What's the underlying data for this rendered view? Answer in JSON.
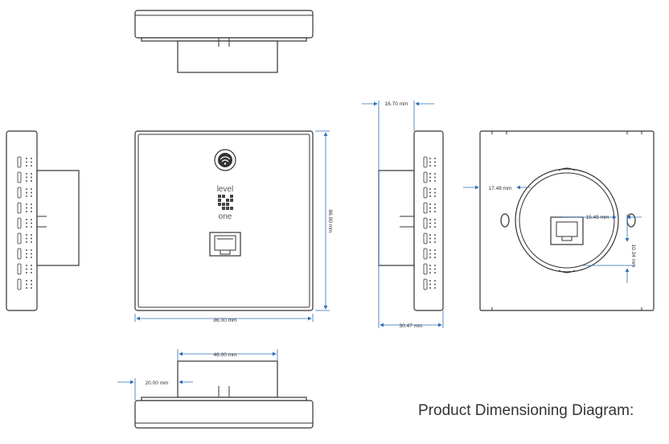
{
  "diagram": {
    "caption": "Product Dimensioning Diagram:",
    "brand": {
      "logo_text_top": "level",
      "logo_text_bottom": "one"
    },
    "dimensions": {
      "width_front": "86.00 mm",
      "height_front": "86.00 mm",
      "side_depth_top": "16.70 mm",
      "side_depth_total": "30.47 mm",
      "bottom_module_width": "46.00 mm",
      "bottom_module_depth": "20.00 mm",
      "back_offset_left": "17.48 mm",
      "back_port_horizontal": "15.45 mm",
      "back_port_vertical": "10.34 mm"
    },
    "colors": {
      "dimension_line": "#2f6fb4",
      "outline": "#333333"
    },
    "icons": [
      "wifi-button-icon",
      "ethernet-port-icon",
      "level-one-logo-icon"
    ]
  }
}
